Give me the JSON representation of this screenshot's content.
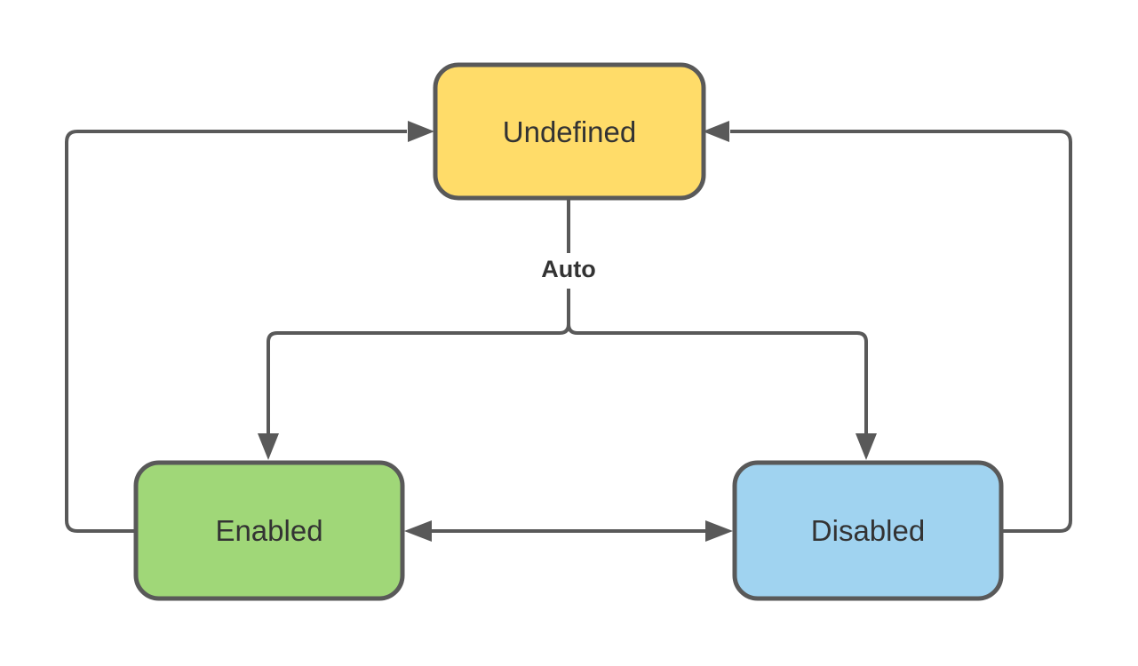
{
  "diagram": {
    "type": "state-diagram",
    "background_color": "#ffffff",
    "stroke_color": "#595959",
    "text_color": "#333333",
    "nodes": [
      {
        "id": "undefined",
        "label": "Undefined",
        "fill_color": "#FFDC69",
        "border_color": "#595959",
        "position": "top-center"
      },
      {
        "id": "enabled",
        "label": "Enabled",
        "fill_color": "#A0D778",
        "border_color": "#595959",
        "position": "bottom-left"
      },
      {
        "id": "disabled",
        "label": "Disabled",
        "fill_color": "#A0D3F0",
        "border_color": "#595959",
        "position": "bottom-right"
      }
    ],
    "edges": [
      {
        "from": "undefined",
        "to": "enabled",
        "label": "Auto",
        "arrow": "single"
      },
      {
        "from": "undefined",
        "to": "disabled",
        "label": "Auto",
        "arrow": "single"
      },
      {
        "from": "enabled",
        "to": "undefined",
        "label": "",
        "arrow": "single"
      },
      {
        "from": "disabled",
        "to": "undefined",
        "label": "",
        "arrow": "single"
      },
      {
        "from": "enabled",
        "to": "disabled",
        "label": "",
        "arrow": "double"
      }
    ]
  }
}
